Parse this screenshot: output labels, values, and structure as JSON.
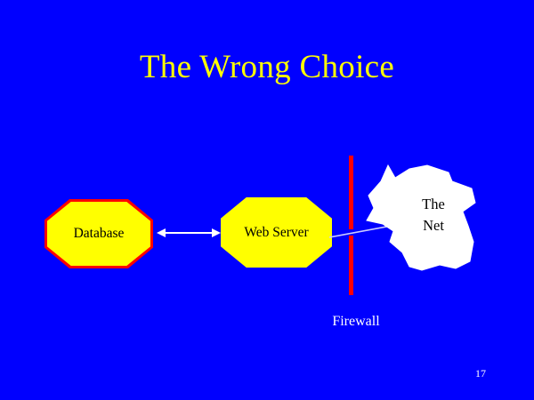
{
  "slide": {
    "background_color": "#0000ff",
    "title": "The Wrong Choice",
    "title_color": "#ffff00",
    "page_number": "17"
  },
  "diagram_data": {
    "type": "diagram",
    "description": "Network topology slide showing a database directly reachable behind a web server, with the firewall placed only between the web server and the Internet.",
    "nodes": [
      {
        "id": "database",
        "label": "Database",
        "shape": "octagon",
        "fill": "#ffff00",
        "stroke": "#ff0000",
        "text_color": "#000000"
      },
      {
        "id": "webserver",
        "label": "Web Server",
        "shape": "octagon",
        "fill": "#ffff00",
        "stroke": "#ffff00",
        "text_color": "#000000"
      },
      {
        "id": "net",
        "label_lines": [
          "The",
          "Net"
        ],
        "shape": "cloud",
        "fill": "#ffffff",
        "stroke": "#ffffff",
        "text_color": "#000000"
      }
    ],
    "edges": [
      {
        "from": "database",
        "to": "webserver",
        "style": "double-arrow",
        "color": "#ffffff"
      },
      {
        "from": "webserver",
        "to": "net",
        "style": "line",
        "color": "#ccccff"
      }
    ],
    "barriers": [
      {
        "id": "firewall",
        "label": "Firewall",
        "color": "#ff0000",
        "label_color": "#ffffff",
        "orientation": "vertical",
        "between": [
          "webserver",
          "net"
        ]
      }
    ]
  }
}
